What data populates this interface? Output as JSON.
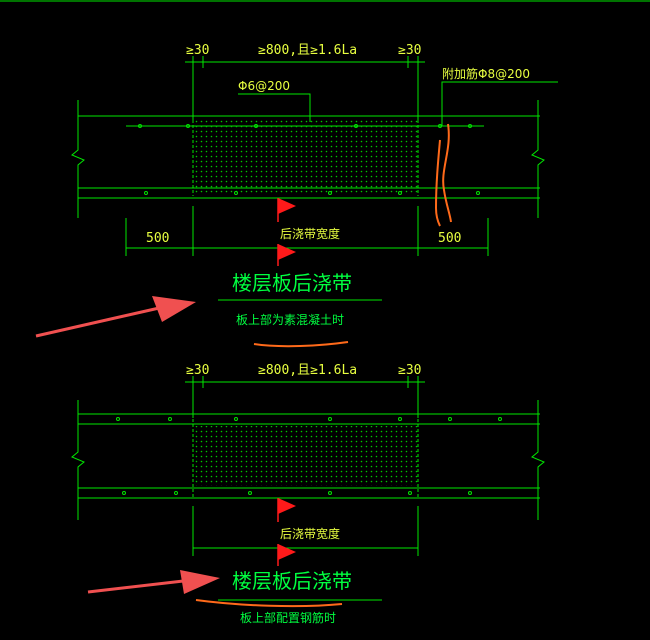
{
  "top": {
    "dim_left": "≥30",
    "dim_mid": "≥800,且≥1.6La",
    "dim_right": "≥30",
    "rebar_label": "Φ6@200",
    "extra_rebar_label": "附加筋Φ8@200",
    "dim_500_left": "500",
    "dim_500_right": "500",
    "width_label": "后浇带宽度",
    "title": "楼层板后浇带",
    "subtitle": "板上部为素混凝土时"
  },
  "bottom": {
    "dim_left": "≥30",
    "dim_mid": "≥800,且≥1.6La",
    "dim_right": "≥30",
    "width_label": "后浇带宽度",
    "title": "楼层板后浇带",
    "subtitle": "板上部配置钢筋时"
  },
  "colors": {
    "line": "#00e600",
    "text": "#e8ff40",
    "flag": "#ff1a1a",
    "arrow": "#f05050",
    "markup": "#ff6a1a"
  }
}
